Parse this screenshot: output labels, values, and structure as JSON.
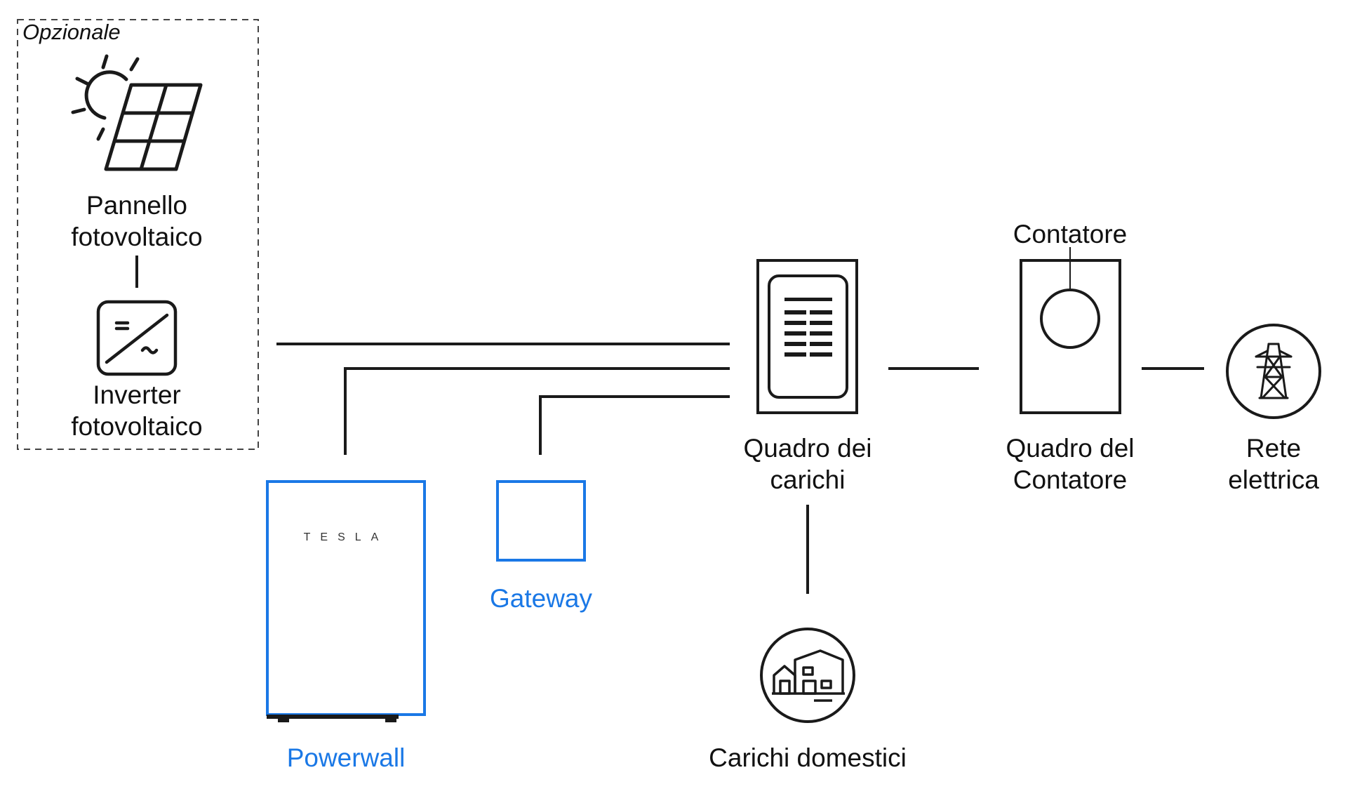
{
  "colors": {
    "line": "#1a1a1a",
    "accent": "#1a78e6",
    "dashed": "#444444"
  },
  "optional_group": {
    "label": "Opzionale"
  },
  "components": {
    "solar_panel": {
      "icon": "solar-panel-icon",
      "label_lines": [
        "Pannello",
        "fotovoltaico"
      ]
    },
    "solar_inverter": {
      "icon": "inverter-icon",
      "label_lines": [
        "Inverter",
        "fotovoltaico"
      ]
    },
    "powerwall": {
      "label": "Powerwall",
      "brand": "TESLA"
    },
    "gateway": {
      "label": "Gateway"
    },
    "load_panel": {
      "icon": "breaker-panel-icon",
      "label_lines": [
        "Quadro dei",
        "carichi"
      ]
    },
    "home_loads": {
      "icon": "houses-icon",
      "label": "Carichi domestici"
    },
    "meter_panel": {
      "icon": "meter-icon",
      "label_lines": [
        "Quadro del",
        "Contatore"
      ],
      "meter_label": "Contatore"
    },
    "grid": {
      "icon": "power-tower-icon",
      "label_lines": [
        "Rete",
        "elettrica"
      ]
    }
  }
}
